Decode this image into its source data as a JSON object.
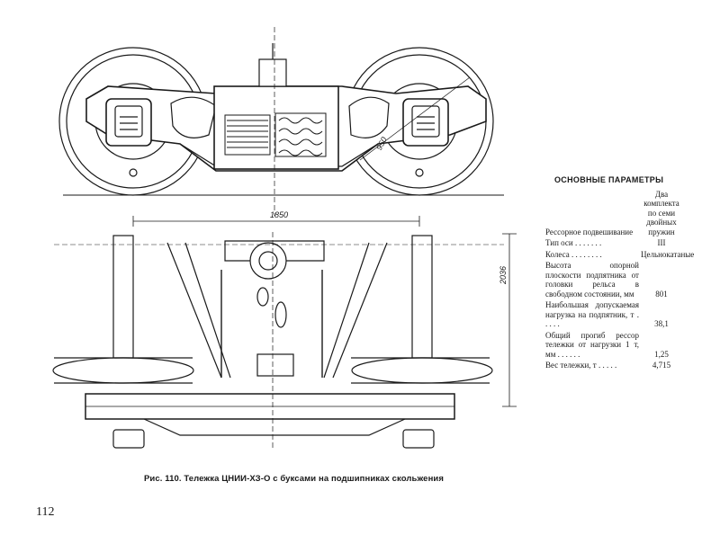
{
  "figure": {
    "dimension_labels": {
      "wheelbase": "1850",
      "wheel_diameter": "950",
      "height": "2036"
    },
    "caption": "Рис. 110. Тележка ЦНИИ-ХЗ-О с буксами на подшипниках скольжения"
  },
  "parameters": {
    "title": "ОСНОВНЫЕ ПАРАМЕТРЫ",
    "rows": [
      {
        "label": "Рессорное подвешивание",
        "value": "Два комплекта по семи двойных пружин"
      },
      {
        "label": "Тип оси . . . . . . .",
        "value": "III"
      },
      {
        "label": "Колеса . . . . . . . .",
        "value": "Цельнокатаные"
      },
      {
        "label": "Высота опорной плоскости подпятника от головки рельса в свободном состоянии, мм",
        "value": "801"
      },
      {
        "label": "Наибольшая допускаемая нагрузка на подпятник, т . . . . .",
        "value": "38,1"
      },
      {
        "label": "Общий прогиб рессор тележки от нагрузки 1 т, мм . . . . . .",
        "value": "1,25"
      },
      {
        "label": "Вес тележки, т . . . . .",
        "value": "4,715"
      }
    ]
  },
  "page_number": "112"
}
